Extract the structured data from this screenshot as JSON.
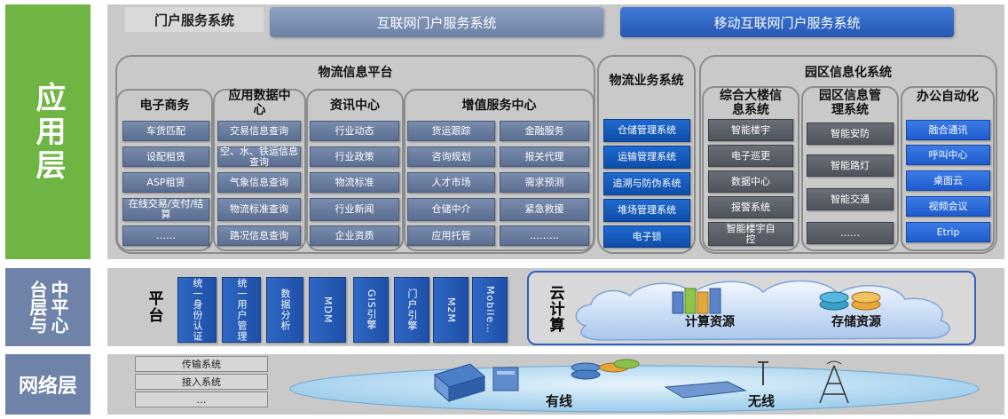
{
  "layers": {
    "app": "应用层",
    "platform": "中平心台层与",
    "network": "网络层"
  },
  "portals": [
    "门户服务系统",
    "互联网门户服务系统",
    "移动互联网门户服务系统"
  ],
  "logistics_platform": {
    "title": "物流信息平台",
    "ecommerce": {
      "title": "电子商务",
      "items": [
        "车货匹配",
        "设配租赁",
        "ASP租赁",
        "在线交易/支付/结算",
        "……"
      ]
    },
    "data_center": {
      "title": "应用数据中心",
      "items": [
        "交易信息查询",
        "空、水、铁运信息查询",
        "气象信息查询",
        "物流标准查询",
        "路况信息查询"
      ]
    },
    "info_center": {
      "title": "资讯中心",
      "items": [
        "行业动态",
        "行业政策",
        "物流标准",
        "行业新闻",
        "企业资质"
      ]
    },
    "value_added": {
      "title": "增值服务中心",
      "col1": [
        "货运跟踪",
        "咨询规划",
        "人才市场",
        "仓储中介",
        "应用托管"
      ],
      "col2": [
        "金融服务",
        "报关代理",
        "需求预测",
        "紧急救援",
        "………"
      ]
    }
  },
  "logistics_business": {
    "title": "物流业务系统",
    "items": [
      "仓储管理系统",
      "运输管理系统",
      "追溯与防伪系统",
      "堆场管理系统",
      "电子锁"
    ]
  },
  "park_info": {
    "title": "园区信息化系统",
    "building": {
      "title": "综合大楼信息系统",
      "items": [
        "智能楼宇",
        "电子巡更",
        "数据中心",
        "报警系统",
        "智能楼宇自控"
      ]
    },
    "park_mgmt": {
      "title": "园区信息管理系统",
      "items": [
        "智能安防",
        "智能路灯",
        "智能交通",
        "……"
      ]
    },
    "office": {
      "title": "办公自动化",
      "items": [
        "融合通讯",
        "呼叫中心",
        "桌面云",
        "视频会议",
        "Etrip"
      ]
    }
  },
  "platform": {
    "title": "平台",
    "items": [
      "统一身份认证",
      "统一用户管理",
      "数据分析",
      "MDM",
      "GIS引擎",
      "门户引擎",
      "M2M",
      "Mobile…"
    ],
    "cloud_title": "云计算",
    "compute": "计算资源",
    "storage": "存储资源"
  },
  "network": {
    "systems": [
      "传输系统",
      "接入系统",
      "…"
    ],
    "wired": "有线",
    "wireless": "无线"
  },
  "colors": {
    "green": "#6fb543",
    "slate": "#6f82a8",
    "blue": "#2e62bd"
  }
}
